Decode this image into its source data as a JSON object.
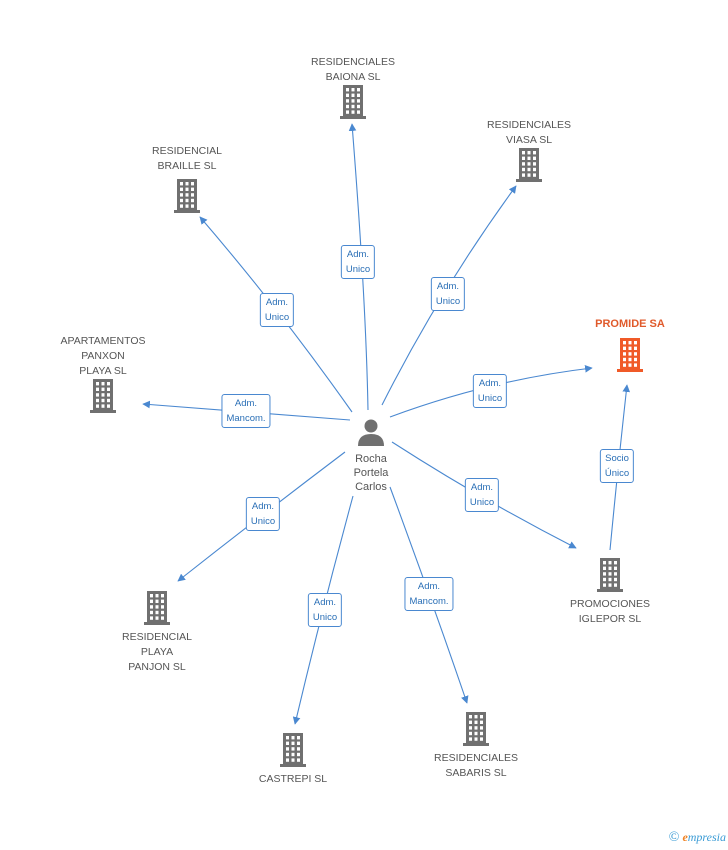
{
  "person": {
    "name": "Rocha\nPortela\nCarlos",
    "icon": "person-icon"
  },
  "companies": [
    {
      "id": "baiona",
      "label": "RESIDENCIALES\nBAIONA SL",
      "icon": "building-icon",
      "color": "#707070"
    },
    {
      "id": "viasa",
      "label": "RESIDENCIALES\nVIASA SL",
      "icon": "building-icon",
      "color": "#707070"
    },
    {
      "id": "braille",
      "label": "RESIDENCIAL\nBRAILLE SL",
      "icon": "building-icon",
      "color": "#707070"
    },
    {
      "id": "promide",
      "label": "PROMIDE SA",
      "icon": "building-icon",
      "color": "#f05a28",
      "highlight": true
    },
    {
      "id": "panxon",
      "label": "APARTAMENTOS\nPANXON\nPLAYA SL",
      "icon": "building-icon",
      "color": "#707070"
    },
    {
      "id": "iglepor",
      "label": "PROMOCIONES\nIGLEPOR SL",
      "icon": "building-icon",
      "color": "#707070"
    },
    {
      "id": "panjon",
      "label": "RESIDENCIAL\nPLAYA\nPANJON SL",
      "icon": "building-icon",
      "color": "#707070"
    },
    {
      "id": "castrepi",
      "label": "CASTREPI SL",
      "icon": "building-icon",
      "color": "#707070"
    },
    {
      "id": "sabaris",
      "label": "RESIDENCIALES\nSABARIS  SL",
      "icon": "building-icon",
      "color": "#707070"
    }
  ],
  "edges": [
    {
      "from": "person",
      "to": "baiona",
      "label": "Adm.\nUnico"
    },
    {
      "from": "person",
      "to": "viasa",
      "label": "Adm.\nUnico"
    },
    {
      "from": "person",
      "to": "braille",
      "label": "Adm.\nUnico"
    },
    {
      "from": "person",
      "to": "promide",
      "label": "Adm.\nUnico"
    },
    {
      "from": "person",
      "to": "panxon",
      "label": "Adm.\nMancom."
    },
    {
      "from": "person",
      "to": "iglepor",
      "label": "Adm.\nUnico"
    },
    {
      "from": "iglepor",
      "to": "promide",
      "label": "Socio\nÚnico"
    },
    {
      "from": "person",
      "to": "panjon",
      "label": "Adm.\nUnico"
    },
    {
      "from": "person",
      "to": "castrepi",
      "label": "Adm.\nUnico"
    },
    {
      "from": "person",
      "to": "sabaris",
      "label": "Adm.\nMancom."
    }
  ],
  "colors": {
    "edge": "#4a88d0",
    "building": "#707070",
    "highlight": "#f05a28"
  },
  "footer": {
    "copyright": "©",
    "brand_initial": "e",
    "brand_rest": "mpresia"
  }
}
